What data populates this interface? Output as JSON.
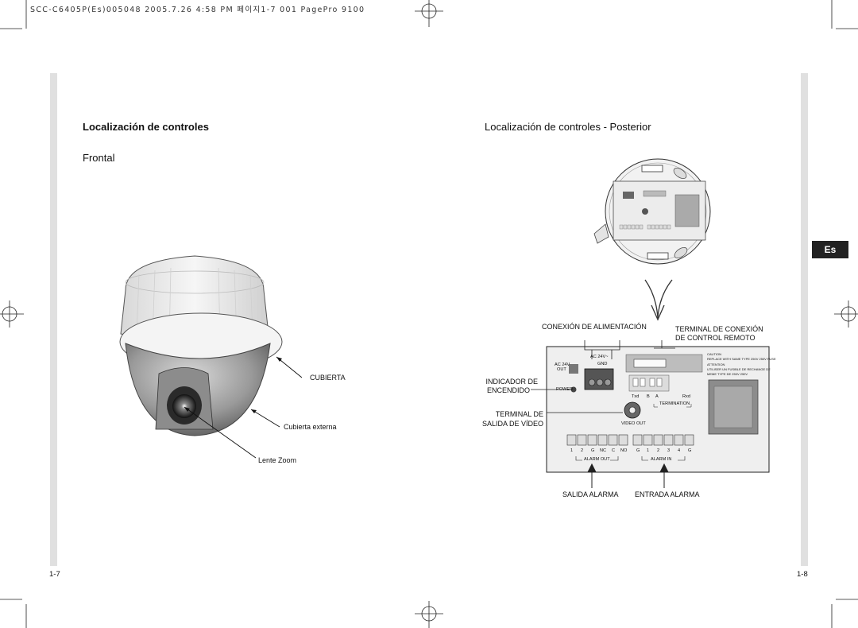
{
  "header": {
    "print_info": "SCC-C6405P(Es)005048 2005.7.26 4:58 PM 페이지1-7 001 PagePro 9100"
  },
  "left_page": {
    "title": "Localización de controles",
    "subtitle": "Frontal",
    "callouts": {
      "cover": "CUBIERTA",
      "outer_cover": "Cubierta externa",
      "zoom_lens": "Lente Zoom"
    },
    "page_number": "1-7"
  },
  "right_page": {
    "title": "Localización de controles - Posterior",
    "language_tab": "Es",
    "callouts": {
      "power_connection": "CONEXIÓN DE ALIMENTACIÓN",
      "remote_terminal_line1": "TERMINAL DE CONEXIÓN",
      "remote_terminal_line2": "DE CONTROL REMOTO",
      "power_indicator_line1": "INDICADOR DE",
      "power_indicator_line2": "ENCENDIDO",
      "video_terminal_line1": "TERMINAL DE",
      "video_terminal_line2": "SALIDA DE VÍDEO",
      "alarm_output": "SALIDA ALARMA",
      "alarm_input": "ENTRADA ALARMA"
    },
    "panel": {
      "ac24v": "AC 24V~",
      "ac24v_out_line1": "AC 24V",
      "ac24v_out_line2": "OUT",
      "gnd": "GND",
      "power": "POWER",
      "txd": "Txd",
      "b": "B",
      "a": "A",
      "rxd": "Rxd",
      "termination": "TERMINATION",
      "video_out": "VIDEO OUT",
      "alarm_out": "ALARM OUT",
      "alarm_in": "ALARM IN",
      "alarm_out_pins": [
        "1",
        "2",
        "G",
        "NC",
        "C",
        "NO"
      ],
      "alarm_in_pins": [
        "G",
        "1",
        "2",
        "3",
        "4",
        "G"
      ],
      "caution": [
        "CAUTION",
        "REPLACE WITH SAME TYPE 250V 250V FUSE",
        "ATTENTION",
        "UTILISER UN FUSIBLE DE RECHANGE DE",
        "MEME TYPE DE 250V 250V"
      ]
    },
    "page_number": "1-8"
  }
}
